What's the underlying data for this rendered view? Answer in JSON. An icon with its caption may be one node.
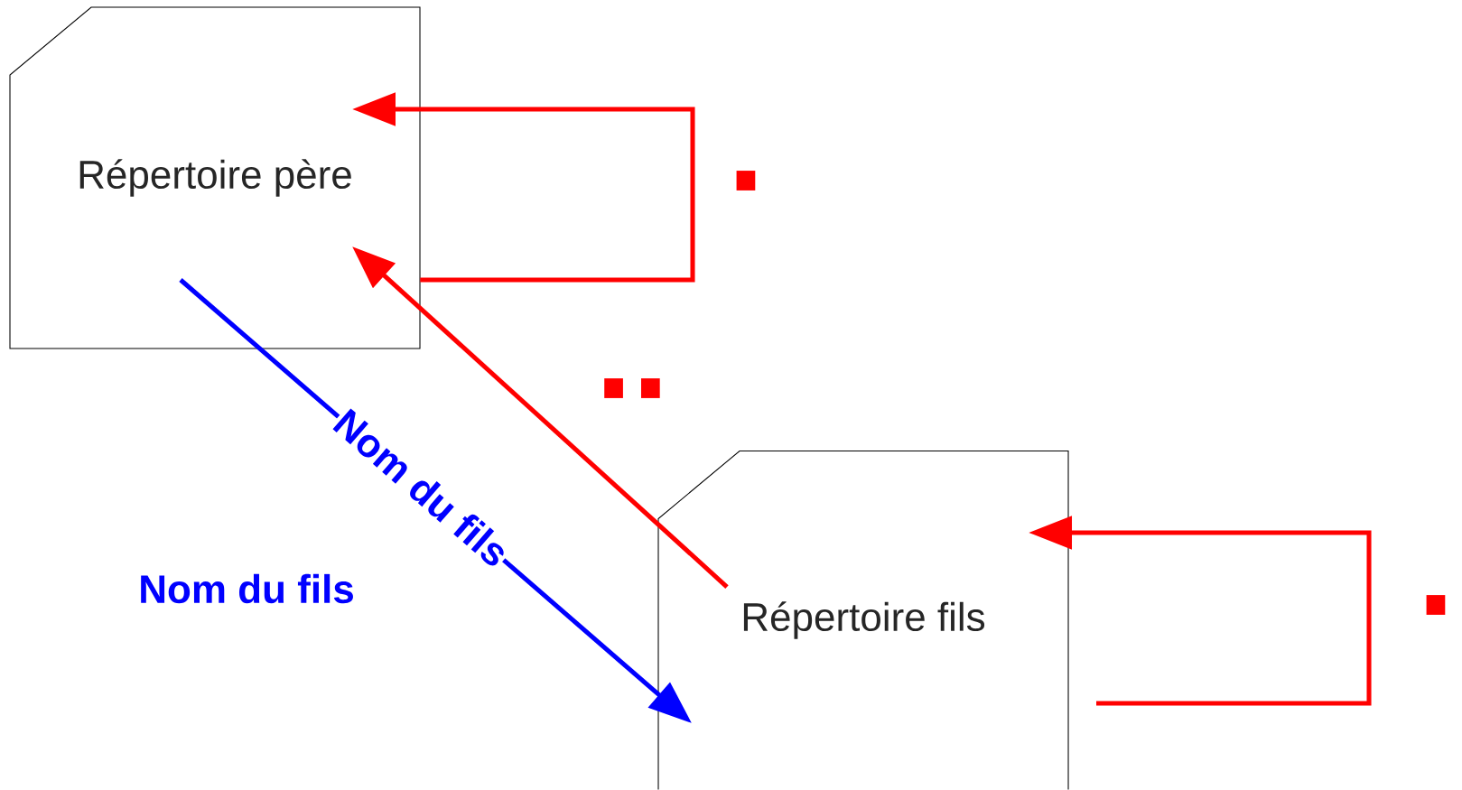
{
  "diagram": {
    "nodes": [
      {
        "text": [
          "Répertoire père"
        ]
      },
      {
        "text": [
          "Répertoire fils"
        ]
      }
    ],
    "edges": [
      {
        "from": 0,
        "to": 0,
        "arrow": "to",
        "label": "."
      },
      {
        "from": 0,
        "to": 1,
        "arrow": "to",
        "label": "Nom du fils",
        "color": "#0000ff"
      },
      {
        "from": 1,
        "to": 0,
        "arrow": "to",
        "label": ".."
      },
      {
        "from": 1,
        "to": 1,
        "arrow": "to",
        "label": "."
      }
    ],
    "labels": [
      "Nom du fils"
    ]
  }
}
